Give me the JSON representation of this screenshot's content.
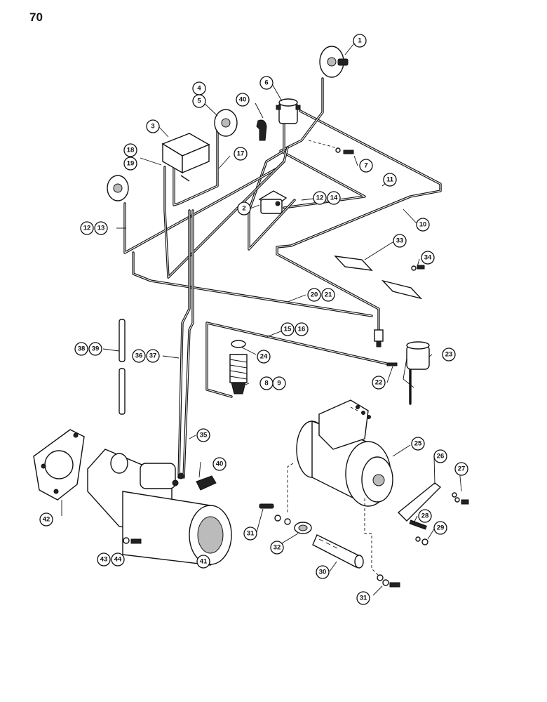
{
  "page": {
    "number": "70"
  },
  "callouts": [
    {
      "id": "c1",
      "label": "1"
    },
    {
      "id": "c2",
      "label": "2"
    },
    {
      "id": "c3",
      "label": "3"
    },
    {
      "id": "c4",
      "label": "4"
    },
    {
      "id": "c5",
      "label": "5"
    },
    {
      "id": "c6",
      "label": "6"
    },
    {
      "id": "c7",
      "label": "7"
    },
    {
      "id": "c8",
      "label": "8"
    },
    {
      "id": "c9",
      "label": "9"
    },
    {
      "id": "c10",
      "label": "10"
    },
    {
      "id": "c11",
      "label": "11"
    },
    {
      "id": "c12a",
      "label": "12"
    },
    {
      "id": "c13",
      "label": "13"
    },
    {
      "id": "c12b",
      "label": "12"
    },
    {
      "id": "c14",
      "label": "14"
    },
    {
      "id": "c15",
      "label": "15"
    },
    {
      "id": "c16",
      "label": "16"
    },
    {
      "id": "c17",
      "label": "17"
    },
    {
      "id": "c18",
      "label": "18"
    },
    {
      "id": "c19",
      "label": "19"
    },
    {
      "id": "c20",
      "label": "20"
    },
    {
      "id": "c21",
      "label": "21"
    },
    {
      "id": "c22",
      "label": "22"
    },
    {
      "id": "c23",
      "label": "23"
    },
    {
      "id": "c24",
      "label": "24"
    },
    {
      "id": "c25",
      "label": "25"
    },
    {
      "id": "c26",
      "label": "26"
    },
    {
      "id": "c27",
      "label": "27"
    },
    {
      "id": "c28",
      "label": "28"
    },
    {
      "id": "c29",
      "label": "29"
    },
    {
      "id": "c30",
      "label": "30"
    },
    {
      "id": "c31a",
      "label": "31"
    },
    {
      "id": "c31b",
      "label": "31"
    },
    {
      "id": "c32",
      "label": "32"
    },
    {
      "id": "c33",
      "label": "33"
    },
    {
      "id": "c34",
      "label": "34"
    },
    {
      "id": "c35",
      "label": "35"
    },
    {
      "id": "c36",
      "label": "36"
    },
    {
      "id": "c37",
      "label": "37"
    },
    {
      "id": "c38",
      "label": "38"
    },
    {
      "id": "c39",
      "label": "39"
    },
    {
      "id": "c40a",
      "label": "40"
    },
    {
      "id": "c40b",
      "label": "40"
    },
    {
      "id": "c41",
      "label": "41"
    },
    {
      "id": "c42",
      "label": "42"
    },
    {
      "id": "c43",
      "label": "43"
    },
    {
      "id": "c44",
      "label": "44"
    }
  ]
}
